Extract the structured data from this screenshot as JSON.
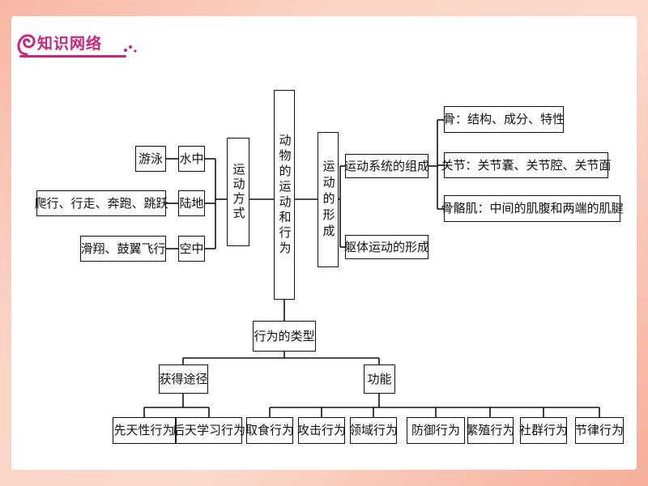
{
  "header": {
    "title": "知识网络"
  },
  "diagram": {
    "root": "动物的运动和行为",
    "movement_modes": {
      "label": "运动方式",
      "items": [
        {
          "env": "水中",
          "example": "游泳"
        },
        {
          "env": "陆地",
          "example": "爬行、行走、奔跑、跳跃"
        },
        {
          "env": "空中",
          "example": "滑翔、鼓翼飞行"
        }
      ]
    },
    "movement_formation": {
      "label": "运动的形成",
      "system": {
        "label": "运动系统的组成",
        "parts": [
          "骨：结构、成分、特性",
          "关节：关节囊、关节腔、关节面",
          "骨骼肌：中间的肌腹和两端的肌腱"
        ]
      },
      "body": "躯体运动的形成"
    },
    "behavior_types": {
      "label": "行为的类型",
      "acquisition": {
        "label": "获得途径",
        "items": [
          "先天性行为",
          "后天学习行为"
        ]
      },
      "function": {
        "label": "功能",
        "items": [
          "取食行为",
          "攻击行为",
          "领域行为",
          "防御行为",
          "繁殖行为",
          "社群行为",
          "节律行为"
        ]
      }
    }
  },
  "colors": {
    "accent": "#c7257e",
    "line": "#111111",
    "background": "#fbd3c4"
  }
}
